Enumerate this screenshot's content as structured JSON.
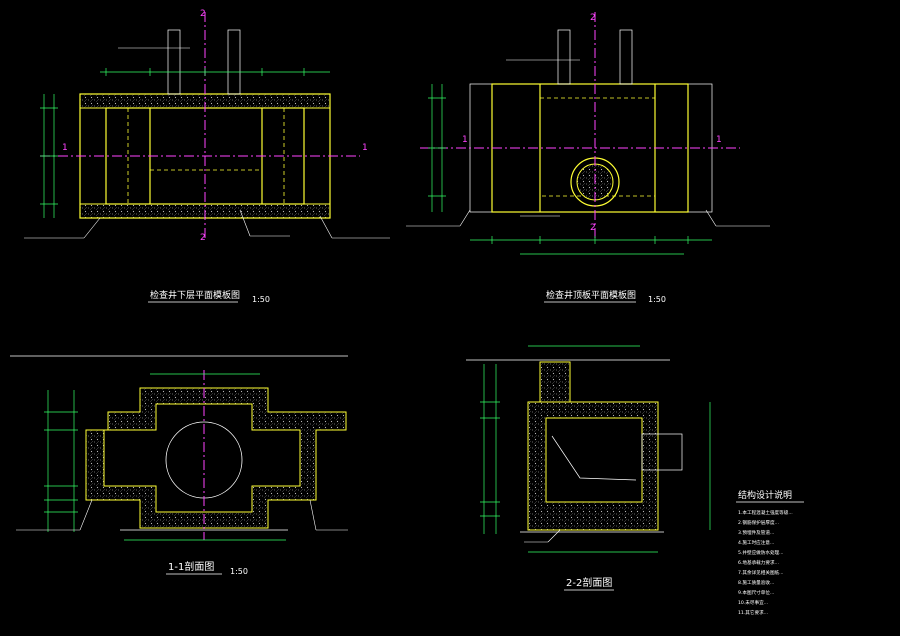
{
  "views": {
    "plan_lower": {
      "title": "检查井下层平面模板图",
      "scale": "1:50"
    },
    "plan_top": {
      "title": "检查井顶板平面模板图",
      "scale": "1:50"
    },
    "section_11": {
      "title": "1-1剖面图",
      "scale": "1:50"
    },
    "section_22": {
      "title": "2-2剖面图"
    }
  },
  "axes": {
    "a1": "1",
    "a2": "2"
  },
  "notes": {
    "heading": "结构设计说明",
    "lines": [
      "1.本工程混凝土强度等级...",
      "2.钢筋保护层厚度...",
      "3.预埋件及管道...",
      "4.施工时应注意...",
      "5.井壁应做防水处理...",
      "6.地基承载力要求...",
      "7.其余详见相关图纸...",
      "8.施工质量验收...",
      "9.本图尺寸单位...",
      "10.未尽事宜...",
      "11.其它要求..."
    ]
  },
  "colors": {
    "wall": "#ffff33",
    "dimension": "#33ff66",
    "axis": "#ff44ff",
    "text": "#ffffff"
  }
}
